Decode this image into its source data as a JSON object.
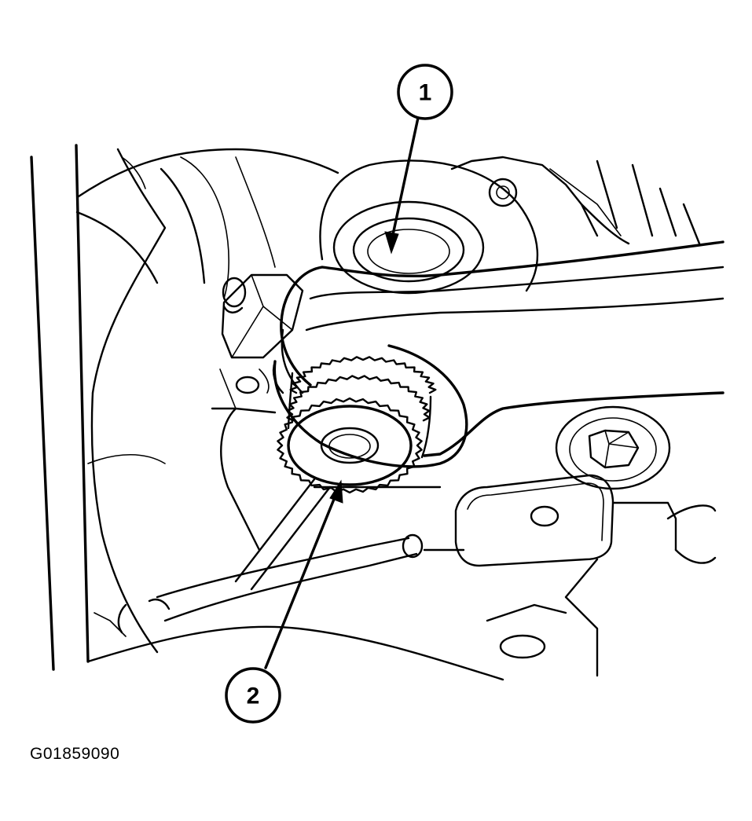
{
  "figure": {
    "id_label": "G01859090",
    "callouts": [
      {
        "number": "1"
      },
      {
        "number": "2"
      }
    ]
  }
}
